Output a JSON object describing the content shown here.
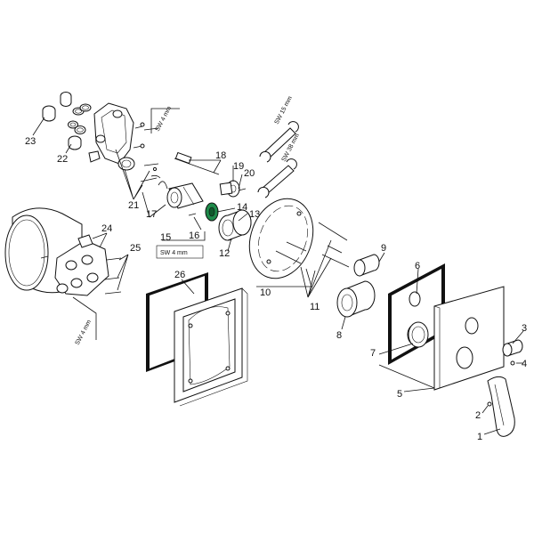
{
  "callouts": {
    "c1": "1",
    "c2": "2",
    "c3": "3",
    "c4": "4",
    "c5": "5",
    "c6": "6",
    "c7": "7",
    "c8": "8",
    "c9": "9",
    "c10": "10",
    "c11": "11",
    "c12": "12",
    "c13": "13",
    "c14": "14",
    "c15": "15",
    "c16": "16",
    "c17": "17",
    "c18": "18",
    "c19": "19",
    "c20": "20",
    "c21": "21",
    "c22": "22",
    "c23": "23",
    "c24": "24",
    "c25": "25",
    "c26": "26"
  },
  "tool_labels": {
    "sw4_top": "SW 4 mm",
    "sw15": "SW 15 mm",
    "sw38": "SW 38 mm",
    "sw4_mid": "SW 4 mm",
    "sw4_left": "SW 4 mm"
  },
  "colors": {
    "line": "#111111",
    "highlight": "#1e8a4a",
    "panel_black": "#111111"
  }
}
